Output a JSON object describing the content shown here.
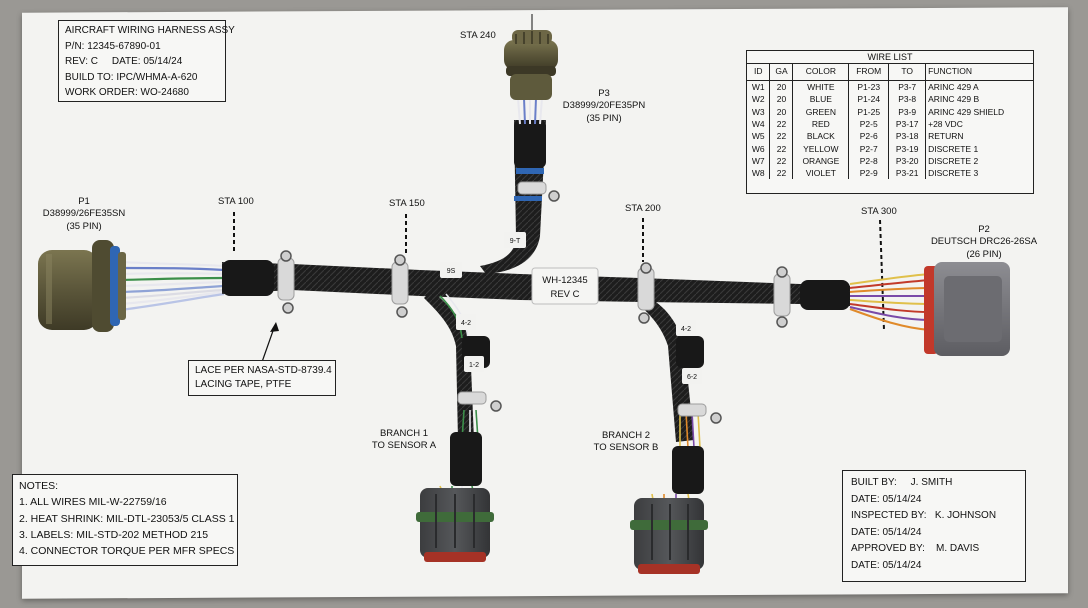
{
  "title_block": {
    "title": "AIRCRAFT WIRING HARNESS ASSY",
    "part_number": "P/N: 12345-67890-01",
    "rev": "REV: C",
    "date": "DATE: 05/14/24",
    "build_to": "BUILD TO: IPC/WHMA-A-620",
    "work_order": "WORK ORDER: WO-24680"
  },
  "wire_list": {
    "title": "WIRE LIST",
    "headers": [
      "ID",
      "GA",
      "COLOR",
      "FROM",
      "TO",
      "FUNCTION"
    ],
    "rows": [
      [
        "W1",
        "20",
        "WHITE",
        "P1-23",
        "P3-7",
        "ARINC 429 A"
      ],
      [
        "W2",
        "20",
        "BLUE",
        "P1-24",
        "P3-8",
        "ARINC 429 B"
      ],
      [
        "W3",
        "20",
        "GREEN",
        "P1-25",
        "P3-9",
        "ARINC 429 SHIELD"
      ],
      [
        "W4",
        "22",
        "RED",
        "P2-5",
        "P3-17",
        "+28 VDC"
      ],
      [
        "W5",
        "22",
        "BLACK",
        "P2-6",
        "P3-18",
        "RETURN"
      ],
      [
        "W6",
        "22",
        "YELLOW",
        "P2-7",
        "P3-19",
        "DISCRETE 1"
      ],
      [
        "W7",
        "22",
        "ORANGE",
        "P2-8",
        "P3-20",
        "DISCRETE 2"
      ],
      [
        "W8",
        "22",
        "VIOLET",
        "P2-9",
        "P3-21",
        "DISCRETE 3"
      ]
    ]
  },
  "connectors": {
    "p1": {
      "name": "P1",
      "part": "D38999/26FE35SN",
      "pins": "(35 PIN)"
    },
    "p2": {
      "name": "P2",
      "part": "DEUTSCH DRC26-26SA",
      "pins": "(26 PIN)"
    },
    "p3": {
      "name": "P3",
      "part": "D38999/20FE35PN",
      "pins": "(35 PIN)"
    }
  },
  "stations": [
    "STA 100",
    "STA 150",
    "STA 200",
    "STA 240",
    "STA 300"
  ],
  "harness_label": {
    "id": "WH-12345",
    "rev": "REV C"
  },
  "branch_markers": [
    "9S",
    "9-T",
    "4-2",
    "1-2",
    "4-2",
    "6-2"
  ],
  "lace_note": {
    "line1": "LACE PER NASA-STD-8739.4",
    "line2": "LACING TAPE, PTFE"
  },
  "branches": {
    "b1": {
      "line1": "BRANCH 1",
      "line2": "TO SENSOR A"
    },
    "b2": {
      "line1": "BRANCH 2",
      "line2": "TO SENSOR B"
    }
  },
  "notes": {
    "title": "NOTES:",
    "items": [
      "1.  ALL WIRES MIL-W-22759/16",
      "2.  HEAT SHRINK: MIL-DTL-23053/5 CLASS 1",
      "3.  LABELS: MIL-STD-202 METHOD 215",
      "4.  CONNECTOR TORQUE PER MFR SPECS"
    ]
  },
  "signoff": {
    "built_by": "BUILT BY:",
    "built_name": "J. SMITH",
    "date1": "DATE:  05/14/24",
    "inspected_by": "INSPECTED BY:",
    "inspected_name": "K. JOHNSON",
    "date2": "DATE:  05/14/24",
    "approved_by": "APPROVED BY:",
    "approved_name": "M. DAVIS",
    "date3": "DATE:  05/14/24"
  },
  "colors": {
    "board": "#f3f3f1",
    "sleeve": "#1c1c1c",
    "connector_olive": "#5e5a3c",
    "connector_gray": "#76767a",
    "p1_band": "#2f66b3",
    "p2_seal": "#c2382a",
    "clamp": "#d9d9d9"
  }
}
